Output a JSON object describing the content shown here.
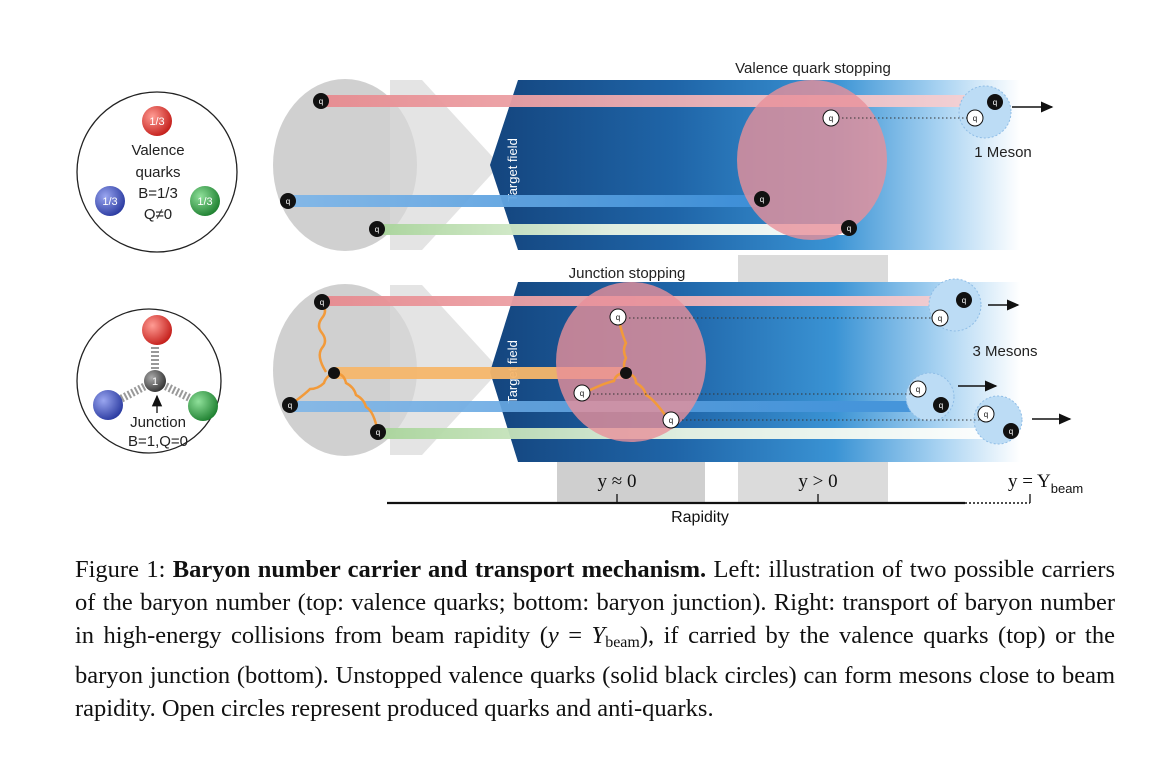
{
  "figure": {
    "left_top": {
      "fraction_label": "1/3",
      "lines": [
        "Valence",
        "quarks",
        "B=1/3",
        "Q≠0"
      ]
    },
    "left_bottom": {
      "node_label": "1",
      "lines": [
        "Junction",
        "B=1,Q=0"
      ]
    },
    "quark_label": "q",
    "antiquark_label": "q",
    "target_field_label": "Target field",
    "top_title": "Valence quark stopping",
    "top_meson_label": "1 Meson",
    "bottom_title": "Junction stopping",
    "bottom_meson_label": "3 Mesons",
    "rapidity_ticks": [
      "y ≈ 0",
      "y > 0",
      "y = Y"
    ],
    "rapidity_tick_sub": "beam",
    "axis_label": "Rapidity",
    "colors": {
      "red_quark": "#d8322a",
      "blue_quark": "#3a4fb8",
      "green_quark": "#2e9a3e",
      "field_dark": "#14457e",
      "field_mid": "#2e86c8",
      "gluon": "#f29a3a",
      "stopping_zone": "#e8909a",
      "meson_blob": "#bcdcf5"
    }
  },
  "caption": {
    "prefix": "Figure 1: ",
    "title": "Baryon number carrier and transport mechanism.",
    "body1": " Left: illustration of two possible carriers of the baryon number (top: valence quarks; bottom: baryon junction). Right: transport of baryon number in high-energy collisions from beam rapidity (",
    "math_y": "y",
    "math_eq": " = ",
    "math_Y": "Y",
    "math_sub": "beam",
    "body2": "), if carried by the valence quarks (top) or the baryon junction (bottom). Unstopped valence quarks (solid black circles) can form mesons close to beam rapidity. Open circles represent produced quarks and anti-quarks."
  }
}
